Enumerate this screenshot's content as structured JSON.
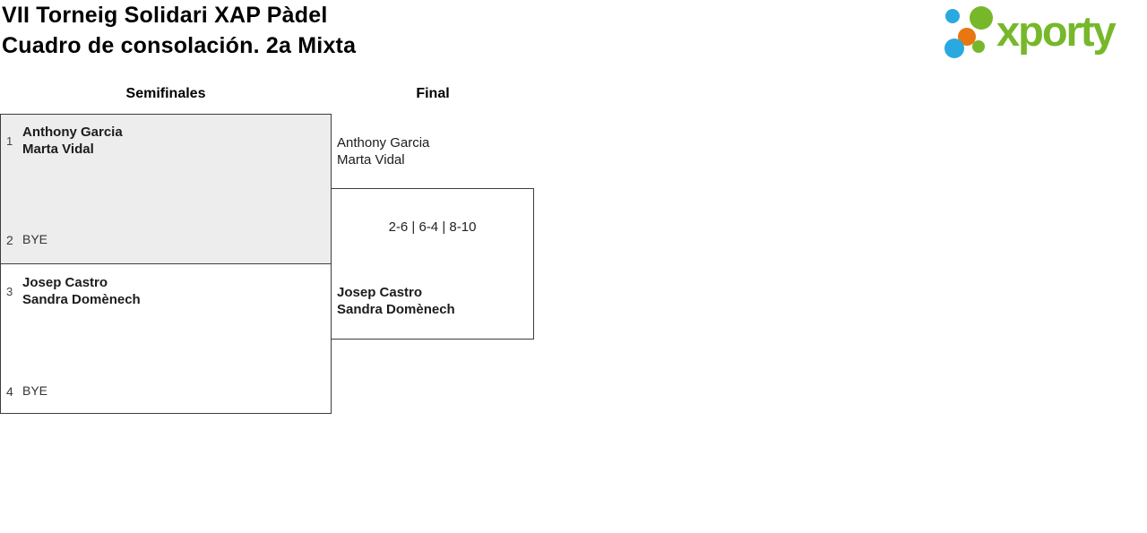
{
  "header": {
    "title_line1": "VII Torneig Solidari XAP Pàdel",
    "title_line2": "Cuadro de consolación. 2a Mixta"
  },
  "logo": {
    "wordmark": "xporty"
  },
  "colors": {
    "logo_green": "#76b82a",
    "logo_blue": "#29a9e0",
    "logo_orange": "#e87611",
    "highlight_bg": "#ededed",
    "box_border": "#3e3e3e"
  },
  "bracket": {
    "rounds": [
      {
        "label": "Semifinales"
      },
      {
        "label": "Final"
      }
    ],
    "semifinals": [
      {
        "highlighted": true,
        "slots": [
          {
            "seed": "1",
            "lines": [
              "Anthony Garcia",
              "Marta Vidal"
            ],
            "winner": true
          },
          {
            "seed": "2",
            "lines": [
              "BYE"
            ],
            "winner": false
          }
        ]
      },
      {
        "highlighted": false,
        "slots": [
          {
            "seed": "3",
            "lines": [
              "Josep Castro",
              "Sandra Domènech"
            ],
            "winner": true
          },
          {
            "seed": "4",
            "lines": [
              "BYE"
            ],
            "winner": false
          }
        ]
      }
    ],
    "final": {
      "team_top": {
        "lines": [
          "Anthony Garcia",
          "Marta Vidal"
        ],
        "winner": false
      },
      "score": "2-6 | 6-4 | 8-10",
      "team_bottom": {
        "lines": [
          "Josep Castro",
          "Sandra Domènech"
        ],
        "winner": true
      }
    }
  }
}
